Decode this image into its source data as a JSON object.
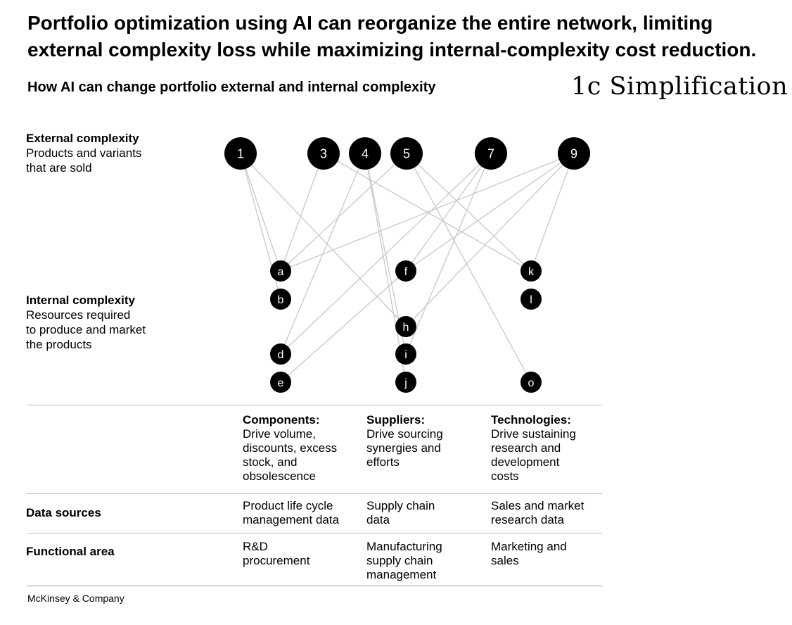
{
  "headline": "Portfolio optimization using AI can reorganize the entire network, limiting external complexity loss while maximizing internal-complexity cost reduction.",
  "subheadline": "How AI can change portfolio external and internal complexity",
  "stage_tag": "1c Simplification",
  "external": {
    "title": "External complexity",
    "desc1": "Products and variants",
    "desc2": "that are sold"
  },
  "internal": {
    "title": "Internal complexity",
    "desc1": "Resources required",
    "desc2": "to produce and market",
    "desc3": "the products"
  },
  "products": [
    {
      "id": "p1",
      "label": "1"
    },
    {
      "id": "p3",
      "label": "3"
    },
    {
      "id": "p4",
      "label": "4"
    },
    {
      "id": "p5",
      "label": "5"
    },
    {
      "id": "p7",
      "label": "7"
    },
    {
      "id": "p9",
      "label": "9"
    }
  ],
  "resources": [
    {
      "id": "ra",
      "label": "a"
    },
    {
      "id": "rb",
      "label": "b"
    },
    {
      "id": "rd",
      "label": "d"
    },
    {
      "id": "re",
      "label": "e"
    },
    {
      "id": "rf",
      "label": "f"
    },
    {
      "id": "rh",
      "label": "h"
    },
    {
      "id": "ri",
      "label": "i"
    },
    {
      "id": "rj",
      "label": "j"
    },
    {
      "id": "rk",
      "label": "k"
    },
    {
      "id": "rl",
      "label": "l"
    },
    {
      "id": "ro",
      "label": "o"
    }
  ],
  "links": [
    [
      "p1",
      "ra"
    ],
    [
      "p1",
      "rb"
    ],
    [
      "p1",
      "rh"
    ],
    [
      "p3",
      "ra"
    ],
    [
      "p4",
      "rd"
    ],
    [
      "p4",
      "ri"
    ],
    [
      "p4",
      "rj"
    ],
    [
      "p5",
      "ra"
    ],
    [
      "p5",
      "rk"
    ],
    [
      "p5",
      "ro"
    ],
    [
      "p7",
      "rf"
    ],
    [
      "p7",
      "rd"
    ],
    [
      "p7",
      "ri"
    ],
    [
      "p9",
      "ra"
    ],
    [
      "p9",
      "rf"
    ],
    [
      "p9",
      "rh"
    ],
    [
      "p9",
      "rk"
    ],
    [
      "p3",
      "rk"
    ],
    [
      "rf",
      "re"
    ]
  ],
  "table": {
    "columns": [
      {
        "title": "Components:",
        "desc": [
          "Drive volume,",
          "discounts, excess",
          "stock, and",
          "obsolescence"
        ]
      },
      {
        "title": "Suppliers:",
        "desc": [
          "Drive sourcing",
          "synergies and",
          "efforts"
        ]
      },
      {
        "title": "Technologies:",
        "desc": [
          "Drive sustaining",
          "research and",
          "development",
          "costs"
        ]
      }
    ],
    "rows": [
      {
        "label": "Data sources",
        "cells": [
          [
            "Product life cycle",
            "management data"
          ],
          [
            "Supply chain",
            "data"
          ],
          [
            "Sales and market",
            "research data"
          ]
        ]
      },
      {
        "label": "Functional area",
        "cells": [
          [
            "R&D",
            "procurement"
          ],
          [
            "Manufacturing",
            "supply chain",
            "management"
          ],
          [
            "Marketing and",
            "sales"
          ]
        ]
      }
    ]
  },
  "footer": "McKinsey & Company",
  "colors": {
    "node": "#000000",
    "link": "#c8c8c8",
    "rule": "#bdbdbd"
  }
}
